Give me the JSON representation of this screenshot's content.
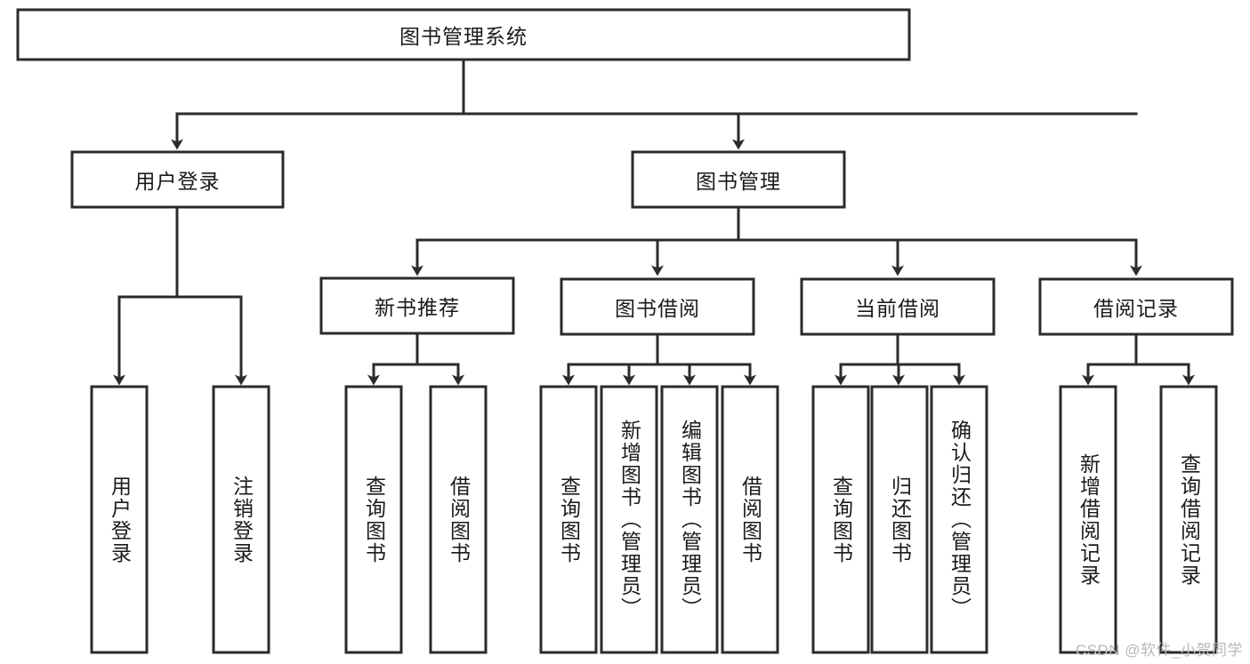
{
  "diagram": {
    "title": "图书管理系统",
    "type": "tree",
    "orientation": "top-down",
    "colors": {
      "box_stroke": "#2b2b2b",
      "box_fill": "#ffffff",
      "connector": "#2b2b2b",
      "text": "#1b1b1b",
      "watermark": "#b9b9b9"
    },
    "root": {
      "label": "图书管理系统"
    },
    "level2": [
      {
        "label": "用户登录"
      },
      {
        "label": "图书管理"
      }
    ],
    "level3": [
      {
        "label": "新书推荐"
      },
      {
        "label": "图书借阅"
      },
      {
        "label": "当前借阅"
      },
      {
        "label": "借阅记录"
      }
    ],
    "leaves": {
      "user_login": [
        {
          "label": "用户登录"
        },
        {
          "label": "注销登录"
        }
      ],
      "new_book_recommend": [
        {
          "label": "查询图书"
        },
        {
          "label": "借阅图书"
        }
      ],
      "book_borrow": [
        {
          "label": "查询图书"
        },
        {
          "label": "新增图书（管理员）"
        },
        {
          "label": "编辑图书（管理员）"
        },
        {
          "label": "借阅图书"
        }
      ],
      "current_borrow": [
        {
          "label": "查询图书"
        },
        {
          "label": "归还图书"
        },
        {
          "label": "确认归还（管理员）"
        }
      ],
      "borrow_record": [
        {
          "label": "新增借阅记录"
        },
        {
          "label": "查询借阅记录"
        }
      ]
    }
  },
  "watermark": {
    "text": "CSDN @软件_小贺同学"
  }
}
